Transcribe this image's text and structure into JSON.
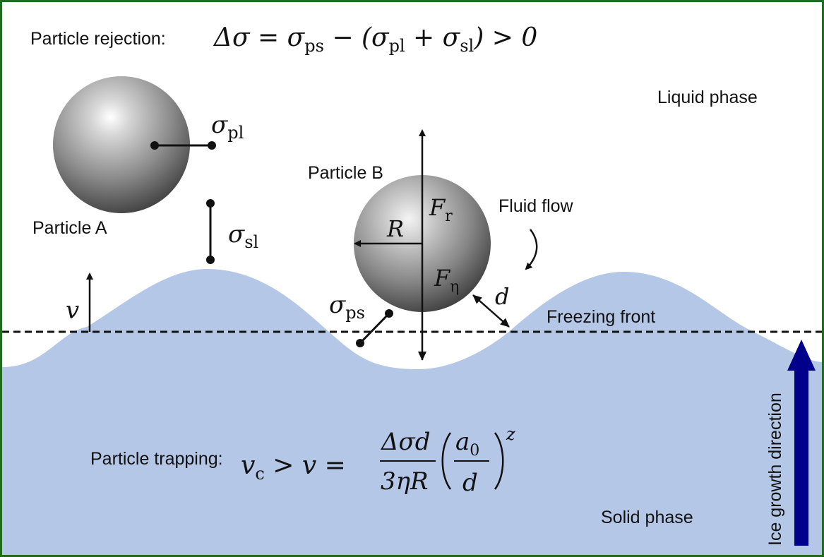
{
  "labels": {
    "particle_rejection": "Particle rejection:",
    "liquid_phase": "Liquid phase",
    "particle_a": "Particle A",
    "particle_b": "Particle B",
    "fluid_flow": "Fluid flow",
    "freezing_front": "Freezing front",
    "particle_trapping": "Particle trapping:",
    "solid_phase": "Solid phase",
    "ice_growth_direction": "Ice growth direction"
  },
  "symbols": {
    "sigma": "σ",
    "pl": "pl",
    "sl": "sl",
    "ps": "ps",
    "v": "v",
    "R": "R",
    "F": "F",
    "r": "r",
    "eta": "η",
    "d": "d"
  },
  "equations": {
    "rejection": {
      "lhs": "Δσ = σ",
      "ps": "ps",
      "minus_open": " − (σ",
      "pl": "pl",
      "plus": " + σ",
      "sl": "sl",
      "close": ") > 0"
    },
    "trapping": {
      "vc_v": "v",
      "c": "c",
      "gt_v_eq": " > v =",
      "numerator": "Δσd",
      "denominator": "3ηR",
      "a": "a",
      "zero": "0",
      "d": "d",
      "exp": "z"
    }
  },
  "colors": {
    "border": "#1f6b1f",
    "solid": "#b4c7e7",
    "arrow": "#00008b"
  }
}
